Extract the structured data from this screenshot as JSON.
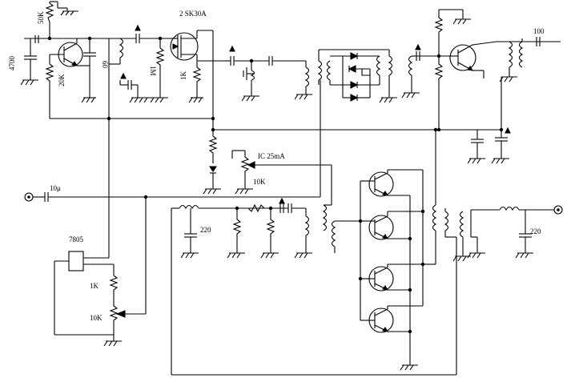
{
  "labels": {
    "fet": "2 SK30A",
    "r50k": "50K",
    "c4700": "4700",
    "r20k": "20K",
    "c60": "60",
    "r1m": "1M",
    "r1k_top": "1K",
    "c100": "100",
    "ic": "IC 25mA",
    "pot10k_mid": "10K",
    "c10u": "10μ",
    "c220_left": "220",
    "c220_right": "220",
    "reg": "7805",
    "r1k_bottom": "1K",
    "pot10k_bottom": "10K"
  }
}
